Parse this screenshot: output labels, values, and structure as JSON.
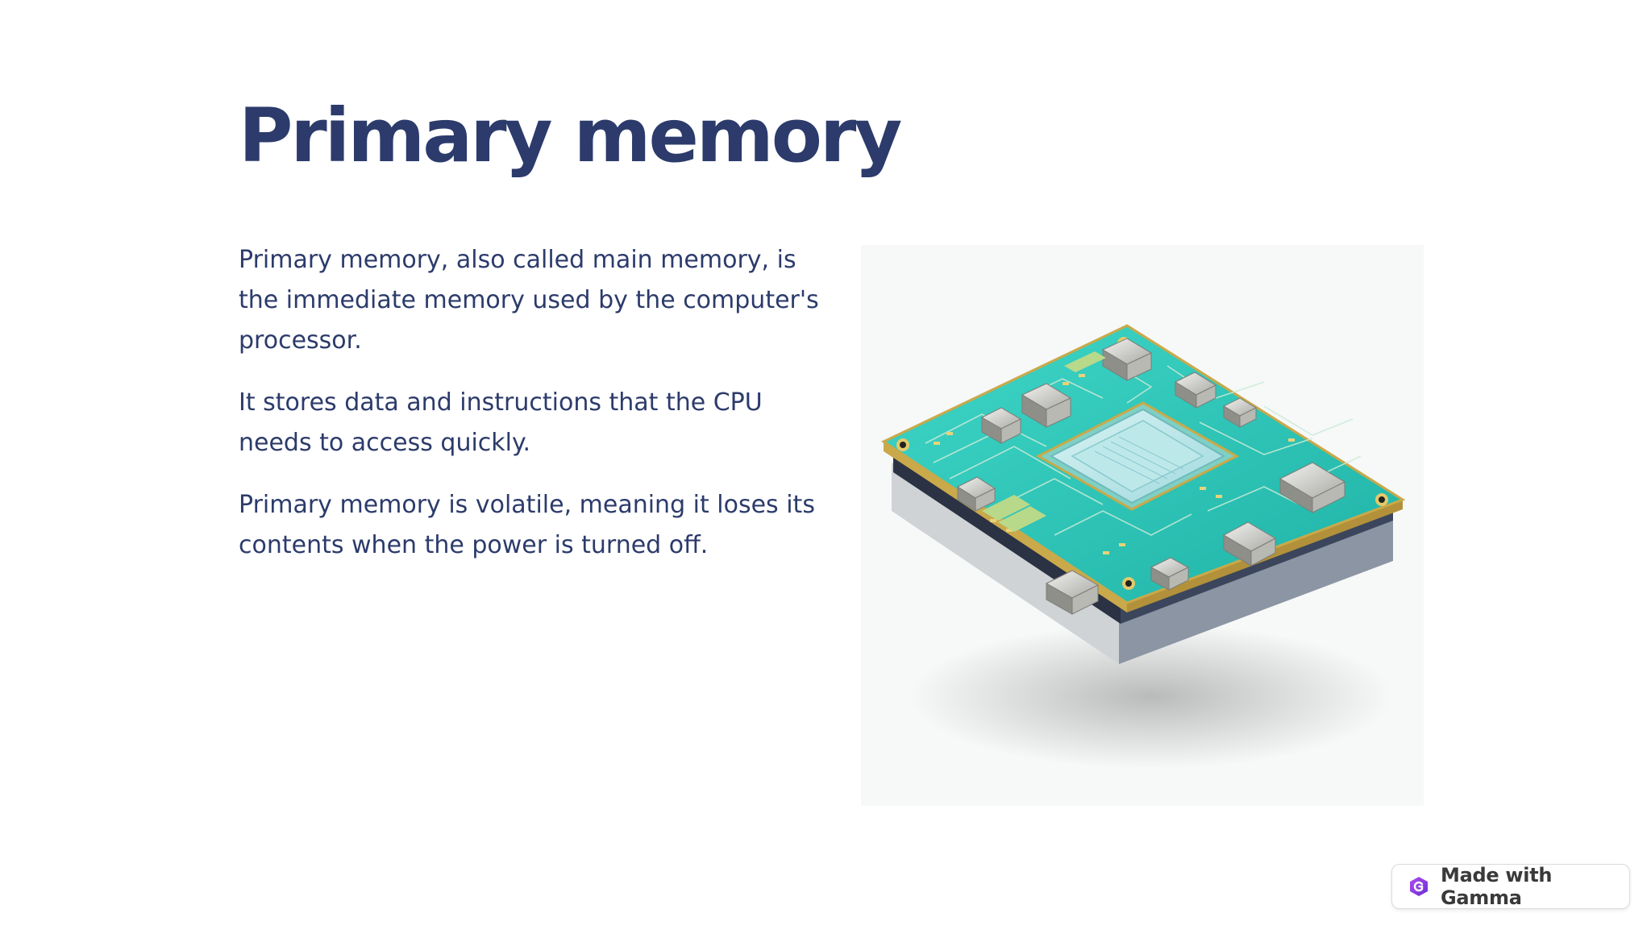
{
  "slide": {
    "title": "Primary memory",
    "paragraphs": [
      "Primary memory, also called main memory, is the immediate memory used by the computer's processor.",
      "It stores data and instructions that the CPU needs to access quickly.",
      "Primary memory is volatile, meaning it loses its contents when the power is turned off."
    ]
  },
  "badge": {
    "label": "Made with Gamma",
    "icon": "gamma-logo-icon"
  },
  "colors": {
    "title": "#2c3b6b",
    "text": "#2c3b6b",
    "board": "#2ec4b6",
    "background": "#ffffff"
  }
}
